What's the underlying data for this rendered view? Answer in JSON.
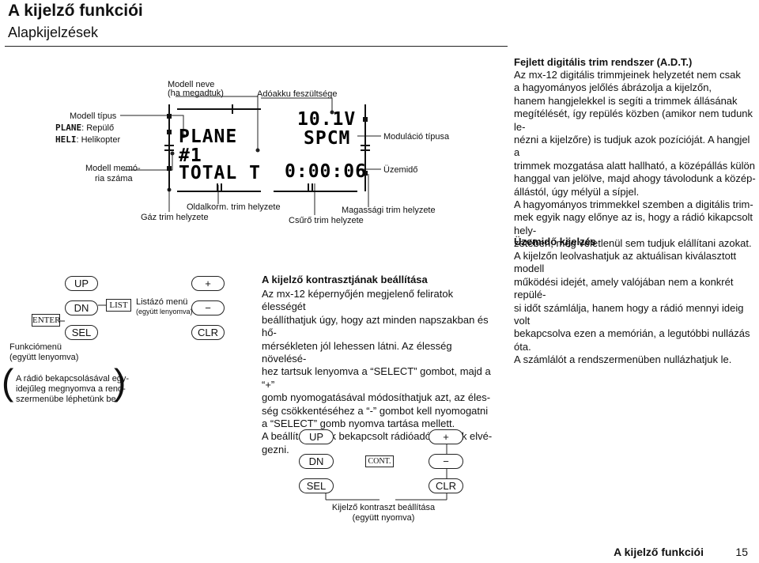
{
  "page": {
    "title": "A kijelző funkciói",
    "subtitle": "Alapkijelzések",
    "footer_title": "A kijelző funkciói",
    "page_number": "15"
  },
  "diagram": {
    "lcd": {
      "line1": "PLANE",
      "line2": "#1",
      "line3": "TOTAL T",
      "voltage": "10.1V",
      "modulation": "SPCM",
      "timer": "0:00:06"
    },
    "labels": {
      "model_type": "Modell típus",
      "plane_word": "PLANE",
      "plane_desc": ": Repülő",
      "heli_word": "HELI",
      "heli_desc": ": Helikopter",
      "model_memory_line1": "Modell memó-",
      "model_memory_line2": "ria száma",
      "model_name_line1": "Modell neve",
      "model_name_line2": "(ha megadtuk)",
      "tx_battery": "Adóakku feszültsége",
      "modulation_type": "Moduláció típusa",
      "operating_time": "Üzemidő",
      "side_trim": "Oldalkorm. trim helyzete",
      "throttle_trim": "Gáz trim helyzete",
      "elevator_trim": "Magassági trim helyzete",
      "aileron_trim": "Csűrő trim helyzete"
    }
  },
  "buttons_left": {
    "up": "UP",
    "dn": "DN",
    "sel": "SEL",
    "enter": "ENTER",
    "list": "LIST",
    "plus": "+",
    "minus": "−",
    "clr": "CLR",
    "list_menu_line1": "Listázó menü",
    "list_menu_line2": "(együtt lenyomva)",
    "func_menu_line1": "Funkciómenü",
    "func_menu_line2": "(együtt lenyomva)",
    "note_line1": "A rádió bekapcsolásával egy-",
    "note_line2": "idejűleg megnyomva a rend-",
    "note_line3": "szermenübe léphetünk be."
  },
  "contrast": {
    "heading": "A kijelző kontrasztjának beállítása",
    "lines": [
      "Az mx-12 képernyőjén megjelenő feliratok élességét",
      "beállíthatjuk úgy, hogy azt minden napszakban és hő-",
      "mérsékleten jól lehessen látni. Az élesség növelésé-",
      "hez tartsuk lenyomva a “SELECT” gombot, majd a “+”",
      "gomb nyomogatásával módosíthatjuk azt, az éles-",
      "ség csökkentéséhez a “-” gombot kell nyomogatni",
      "a “SELECT” gomb nyomva tartása mellett.",
      "A beállítást csak bekapcsolt rádióadón tudjuk elvé-",
      "gezni."
    ],
    "buttons": {
      "up": "UP",
      "dn": "DN",
      "sel": "SEL",
      "cont": "CONT.",
      "plus": "+",
      "minus": "−",
      "clr": "CLR"
    },
    "caption_line1": "Kijelző kontraszt beállítása",
    "caption_line2": "(együtt nyomva)"
  },
  "right_col": {
    "trim_heading": "Fejlett digitális trim rendszer (A.D.T.)",
    "trim_lines": [
      "Az mx-12 digitális trimmjeinek helyzetét nem csak",
      "a hagyományos jelőlés ábrázolja a kijelzőn,",
      "hanem hangjelekkel is segíti a trimmek állásának",
      "megítélését, így repülés közben (amikor nem tudunk le-",
      "nézni a kijelzőre) is tudjuk azok pozícióját. A hangjel a",
      "trimmek mozgatása alatt hallható, a középállás külön",
      "hanggal van jelölve, majd ahogy távolodunk a közép-",
      "állástól, úgy mélyül a sípjel.",
      "A hagyományos trimmekkel szemben a digitális trim-",
      "mek egyik nagy előnye az is, hogy a rádió kikapcsolt hely-",
      "zetében, még véletlenül sem tudjuk elállítani azokat."
    ],
    "timer_heading": "Üzemidő kijelzés",
    "timer_lines": [
      "A kijelzőn leolvashatjuk az aktuálisan kiválasztott modell",
      "működési idejét, amely valójában nem a konkrét repülé-",
      "si időt számlálja, hanem hogy a rádió mennyi ideig volt",
      "bekapcsolva ezen a memórián, a legutóbbi nullázás óta.",
      "A számlálót a rendszermenüben nullázhatjuk le."
    ]
  }
}
